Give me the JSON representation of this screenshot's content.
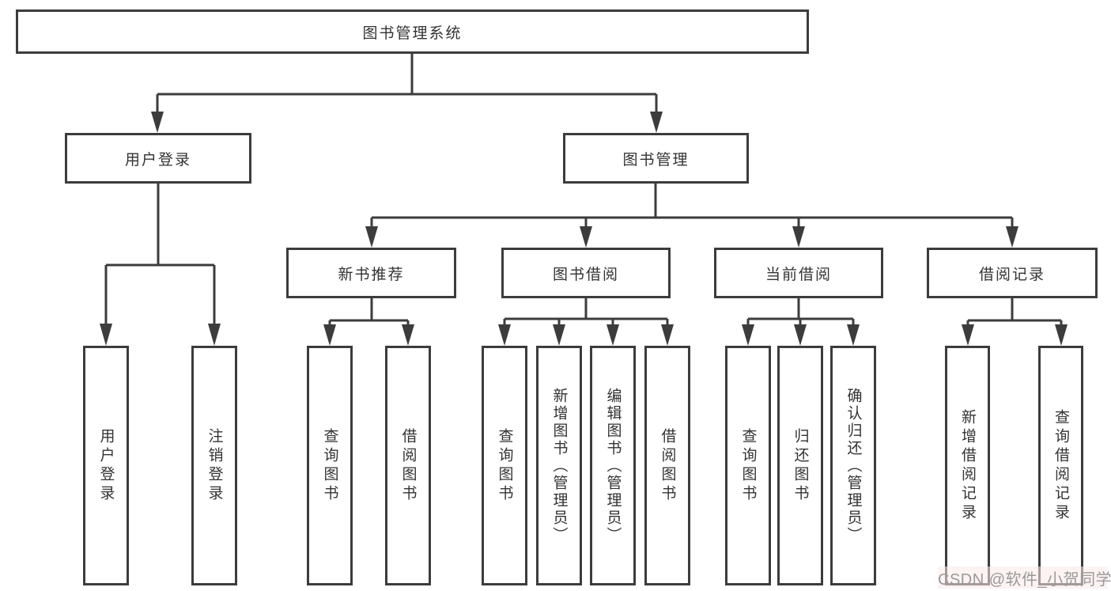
{
  "diagram": {
    "root": {
      "label": "图书管理系统"
    },
    "level2": [
      {
        "label": "用户登录"
      },
      {
        "label": "图书管理"
      }
    ],
    "level3": [
      {
        "label": "新书推荐"
      },
      {
        "label": "图书借阅"
      },
      {
        "label": "当前借阅"
      },
      {
        "label": "借阅记录"
      }
    ],
    "leaves": [
      {
        "label": "用户登录"
      },
      {
        "label": "注销登录"
      },
      {
        "label": "查询图书"
      },
      {
        "label": "借阅图书"
      },
      {
        "label": "查询图书"
      },
      {
        "label": "新增图书（管理员）"
      },
      {
        "label": "编辑图书（管理员）"
      },
      {
        "label": "借阅图书"
      },
      {
        "label": "查询图书"
      },
      {
        "label": "归还图书"
      },
      {
        "label": "确认归还（管理员）"
      },
      {
        "label": "新增借阅记录"
      },
      {
        "label": "查询借阅记录"
      }
    ],
    "colors": {
      "line": "#3c3c3c",
      "text": "#333333",
      "box_background": "#ffffff",
      "watermark_text": "#9a9a9a"
    },
    "watermark": "CSDN @软件_小贺同学"
  }
}
